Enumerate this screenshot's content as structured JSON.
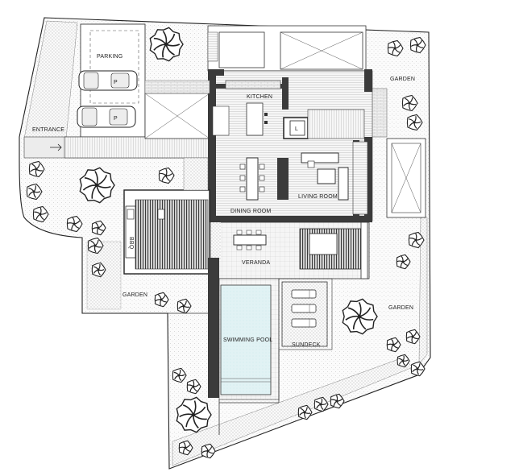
{
  "labels": {
    "parking": "PARKING",
    "entrance": "ENTRANCE",
    "kitchen": "KITCHEN",
    "dining_room": "DINING ROOM",
    "living_room": "LIVING ROOM",
    "veranda": "VERANDA",
    "bbq": "BBQ",
    "garden_west": "GARDEN",
    "garden_ne": "GARDEN",
    "garden_east": "GARDEN",
    "swimming_pool": "SWIMMING POOL",
    "sundeck": "SUNDECK",
    "parking_sign_1": "P",
    "parking_sign_2": "P",
    "lift_sign": "L"
  },
  "colors": {
    "wall": "#3b3b3b",
    "pool_water": "#dff1f3",
    "paving": "#eeeeee",
    "planting": "#f3f3f3",
    "tree_fill": "#ffffff",
    "tree_stroke": "#222222",
    "line": "#333333"
  }
}
